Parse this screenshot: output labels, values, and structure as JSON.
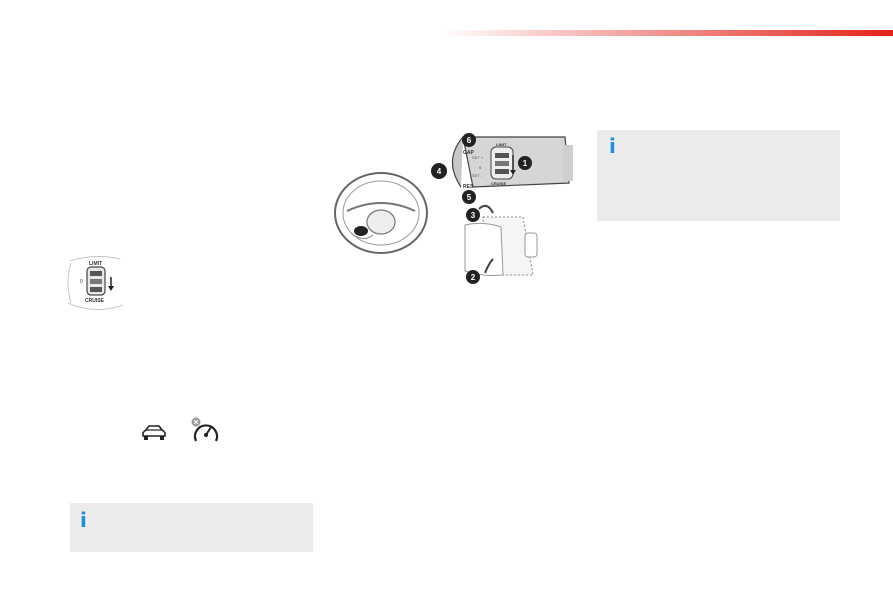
{
  "header": {
    "accent_color": "#e2231a"
  },
  "info_boxes": {
    "left": {
      "icon": "info-icon",
      "icon_glyph": "i",
      "icon_color": "#1d8fd6"
    },
    "right": {
      "icon": "info-icon",
      "icon_glyph": "i",
      "icon_color": "#1d8fd6"
    }
  },
  "small_lever": {
    "label_top": "LIMIT",
    "label_bottom": "CRUISE",
    "label_side": "0"
  },
  "stalk": {
    "button_labels": {
      "gap": "GAP",
      "res": "RES",
      "limit": "LIMIT",
      "cruise": "CRUISE",
      "set_plus": "SET +",
      "set_minus": "SET -",
      "zero": "0"
    },
    "callouts": [
      "1",
      "2",
      "3",
      "4",
      "5",
      "6"
    ]
  },
  "warning_icons": [
    "car-icon",
    "speed-limiter-icon"
  ]
}
